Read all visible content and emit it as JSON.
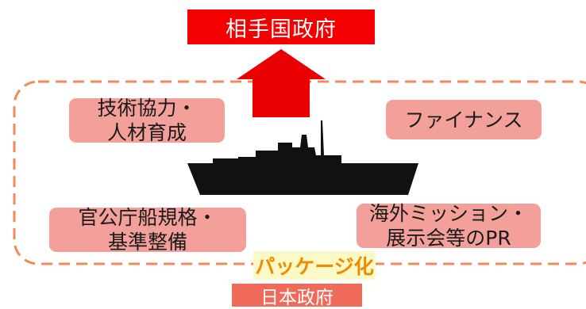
{
  "top_label": "相手国政府",
  "bottom_label": "日本政府",
  "package_label": "パッケージ化",
  "items": {
    "tech": "技術協力・\n人材育成",
    "finance": "ファイナンス",
    "standards": "官公庁船規格・\n基準整備",
    "pr": "海外ミッション・\n展示会等のPR"
  },
  "colors": {
    "top_box": "#f40000",
    "arrow": "#e90000",
    "pill": "#f4a09a",
    "dashed_border": "#f08a5a",
    "package_bg": "#fbf9c6",
    "package_text": "#f08a00",
    "bottom_box": "#f06a5a",
    "ship": "#111111"
  }
}
